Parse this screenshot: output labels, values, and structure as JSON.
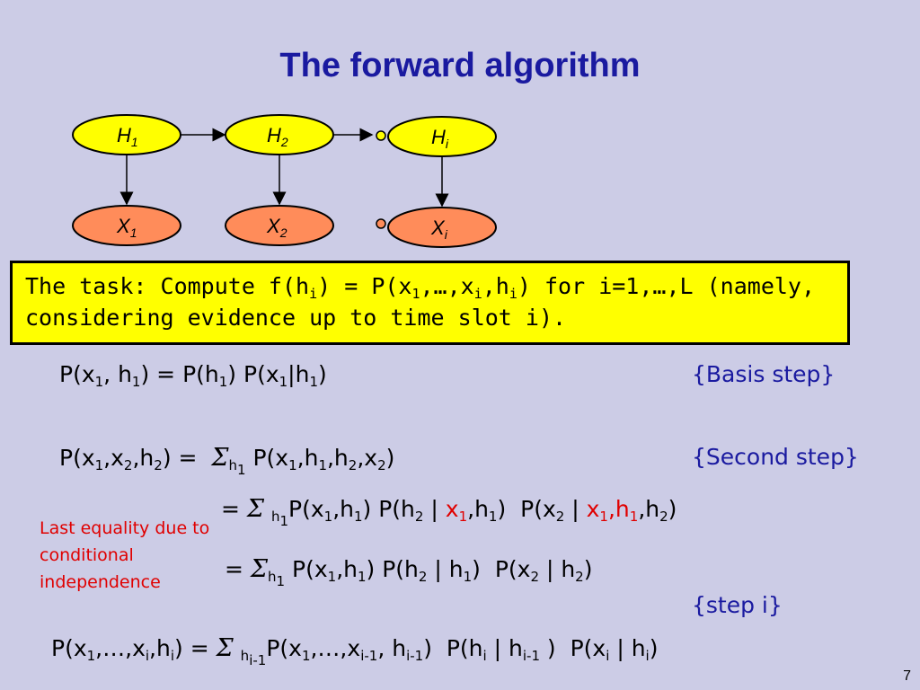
{
  "title": "The forward algorithm",
  "diagram": {
    "hidden_nodes": [
      {
        "base": "H",
        "sub": "1"
      },
      {
        "base": "H",
        "sub": "2"
      },
      {
        "base": "H",
        "sub": "i"
      }
    ],
    "observed_nodes": [
      {
        "base": "X",
        "sub": "1"
      },
      {
        "base": "X",
        "sub": "2"
      },
      {
        "base": "X",
        "sub": "i"
      }
    ],
    "colors": {
      "hidden_fill": "#ffff00",
      "observed_fill": "#ff8c5a"
    }
  },
  "task_box": {
    "line1_prefix": "The task: Compute f(h",
    "sub_i": "i",
    "line1_mid": ") = P(x",
    "sub_1": "1",
    "line1_dots": ",…,x",
    "line1_comma_h": ",h",
    "line1_suffix": ") for i=1,…,L (namely,",
    "line2": "considering evidence up to time slot i)."
  },
  "labels": {
    "basis": "{Basis step}",
    "second": "{Second step}",
    "stepi": "{step i}"
  },
  "note": "Last equality due to conditional independence",
  "page_number": "7"
}
